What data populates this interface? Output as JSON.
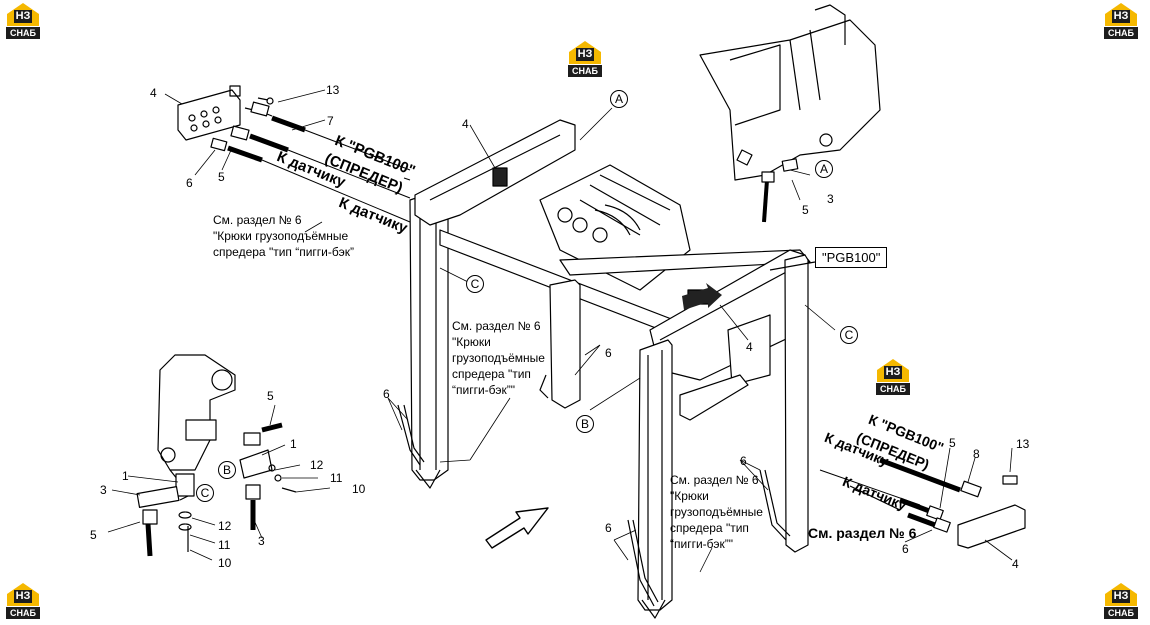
{
  "brand": {
    "logo_mark": "НЗ",
    "logo_word": "СНАБ",
    "accent": "#f5b800"
  },
  "labels": {
    "pgb100_box": "\"PGB100\"",
    "to_pgb100_front_left": "К \"PGB100\"",
    "spreder_left": "(СПРЕДЕР)",
    "to_sensor_left_1": "К датчику",
    "to_sensor_left_2": "К датчику",
    "to_pgb100_front_right": "К \"PGB100\"",
    "spreder_right": "(СПРЕДЕР)",
    "to_sensor_right_1": "К датчику",
    "to_sensor_right_2": "К датчику",
    "see_section_right": "См. раздел № 6"
  },
  "notes": {
    "top": [
      "См. раздел № 6",
      "\"Крюки грузоподъёмные",
      "спредера \"тип “пигги-бэк”"
    ],
    "middle": [
      "См. раздел № 6",
      "\"Крюки",
      "грузоподъёмные",
      "спредера \"тип",
      "“пигги-бэк”\""
    ],
    "bottom": [
      "См. раздел № 6",
      "\"Крюки",
      "грузоподъёмные",
      "спредера \"тип",
      "“пигги-бэк”\""
    ]
  },
  "callouts": {
    "A": "A",
    "B": "B",
    "C": "C"
  },
  "part_numbers": {
    "tl_4": "4",
    "tl_13": "13",
    "tl_7": "7",
    "tl_6": "6",
    "tl_5": "5",
    "c_4": "4",
    "c_4b": "4",
    "c_6": "6",
    "c_6b": "6",
    "c_6c": "6",
    "c_6d": "6",
    "tr_5": "5",
    "tr_3": "3",
    "bl_5": "5",
    "bl_1": "1",
    "bl_1b": "1",
    "bl_3": "3",
    "bl_5b": "5",
    "bl_12": "12",
    "bl_11": "11",
    "bl_10": "10",
    "bl_12b": "12",
    "bl_11b": "11",
    "bl_10b": "10",
    "bl_3b": "3",
    "br_13": "13",
    "br_8": "8",
    "br_5": "5",
    "br_6": "6",
    "br_4": "4"
  }
}
